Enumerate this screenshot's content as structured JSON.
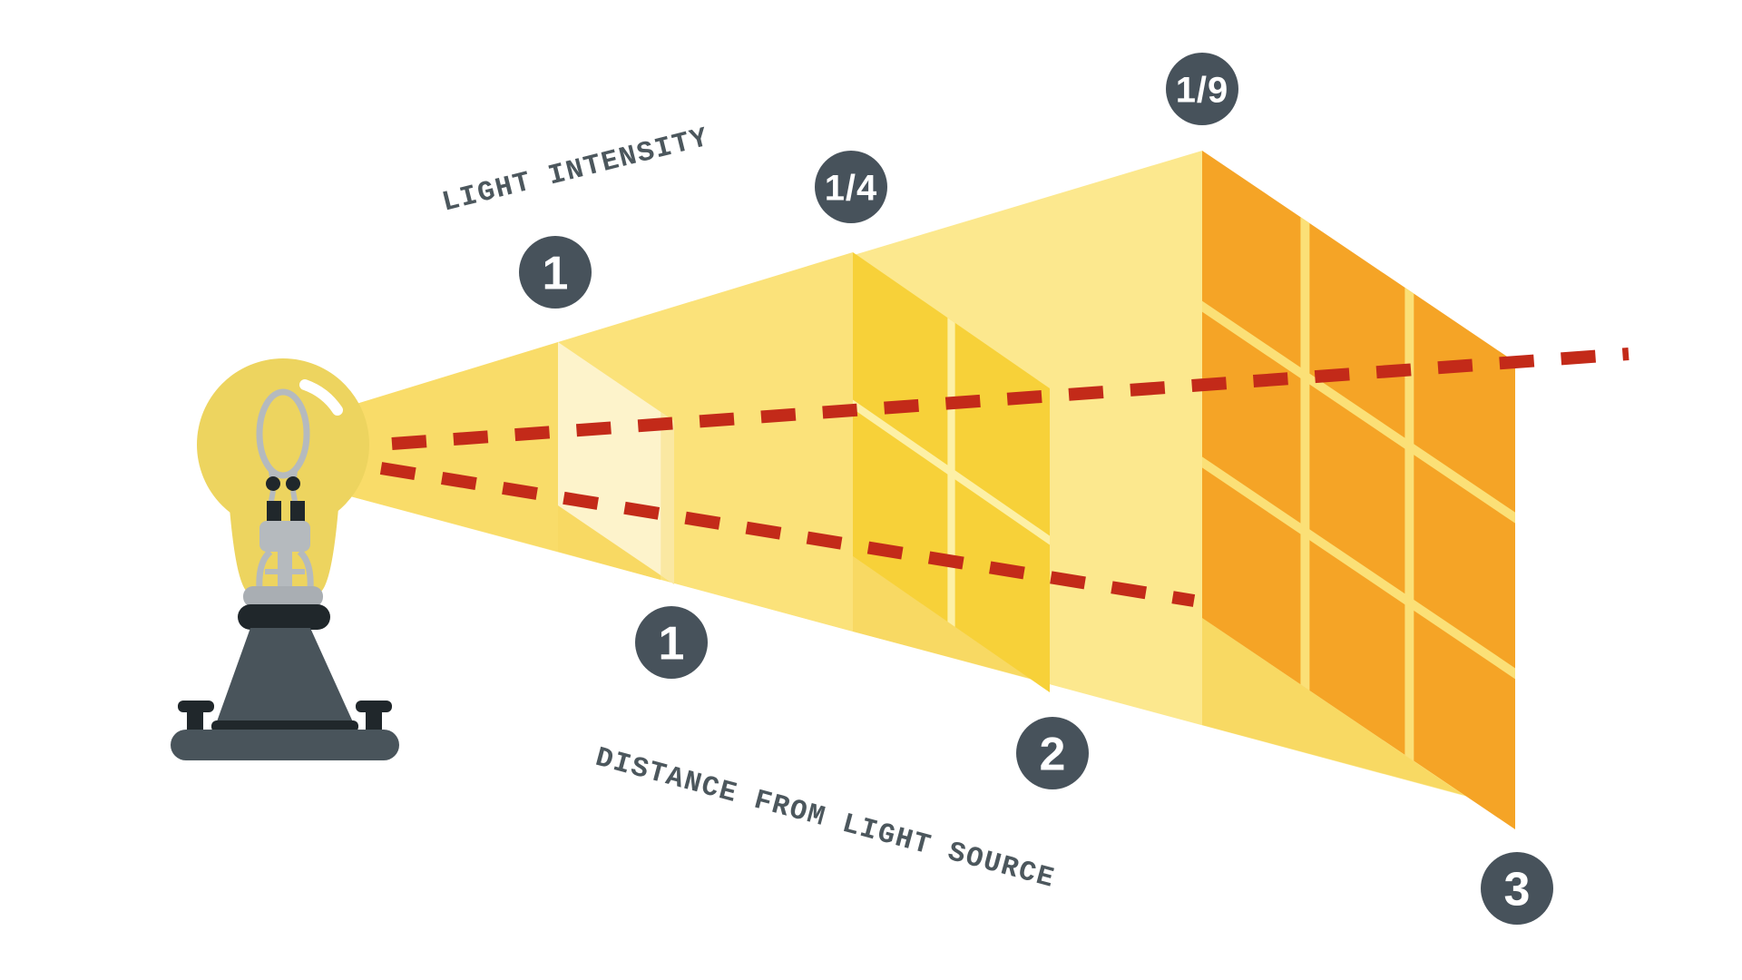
{
  "diagram": {
    "intensity_axis_label": "LIGHT INTENSITY",
    "distance_axis_label": "DISTANCE FROM LIGHT SOURCE",
    "intensity_markers": [
      {
        "label": "1"
      },
      {
        "label": "1/4"
      },
      {
        "label": "1/9"
      }
    ],
    "distance_markers": [
      {
        "label": "1"
      },
      {
        "label": "2"
      },
      {
        "label": "3"
      }
    ]
  },
  "palette": {
    "beam": "#FCE88E",
    "beam-mid": "#FBE27A",
    "beam-near": "#F9DC69",
    "beam-shadow": "#F8D963",
    "panel1": "#FDF3CB",
    "panel1-side": "#FAE8A2",
    "panel2": "#F7D139",
    "panel2-div": "#FDF0A6",
    "panel3": "#F5A426",
    "panel3-div": "#FBE077",
    "badge": "#47525B",
    "ink": "#4C575D",
    "ray": "#C32A19",
    "glass": "#EDD45F",
    "filament": "#B5BABE",
    "collar": "#A9AEB3",
    "base": "#49545B",
    "dark": "#20272B",
    "highlight": "#FFFFFF"
  }
}
